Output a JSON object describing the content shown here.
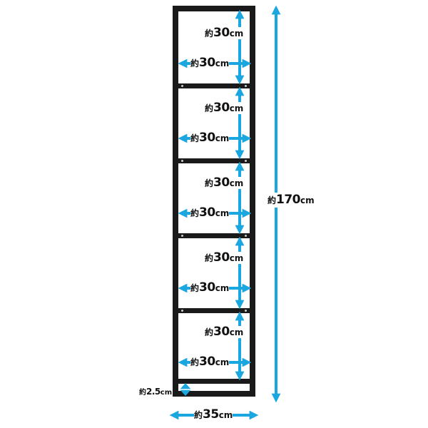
{
  "diagram": {
    "type": "dimension-drawing",
    "subject": "5-tier black shelf rack",
    "colors": {
      "frame": "#1a1a1a",
      "arrow": "#1aa7e0",
      "background": "#ffffff",
      "text": "#111111"
    },
    "dimensions": {
      "total_height": {
        "prefix": "約",
        "value": "170",
        "unit": "cm"
      },
      "width": {
        "prefix": "約",
        "value": "35",
        "unit": "cm"
      },
      "bottom_clearance": {
        "prefix": "約",
        "value": "2.5",
        "unit": "cm"
      }
    },
    "tiers": [
      {
        "height": {
          "prefix": "約",
          "value": "30",
          "unit": "cm"
        },
        "inner_width": {
          "prefix": "約",
          "value": "30",
          "unit": "cm"
        }
      },
      {
        "height": {
          "prefix": "約",
          "value": "30",
          "unit": "cm"
        },
        "inner_width": {
          "prefix": "約",
          "value": "30",
          "unit": "cm"
        }
      },
      {
        "height": {
          "prefix": "約",
          "value": "30",
          "unit": "cm"
        },
        "inner_width": {
          "prefix": "約",
          "value": "30",
          "unit": "cm"
        }
      },
      {
        "height": {
          "prefix": "約",
          "value": "30",
          "unit": "cm"
        },
        "inner_width": {
          "prefix": "約",
          "value": "30",
          "unit": "cm"
        }
      },
      {
        "height": {
          "prefix": "約",
          "value": "30",
          "unit": "cm"
        },
        "inner_width": {
          "prefix": "約",
          "value": "30",
          "unit": "cm"
        }
      }
    ]
  }
}
